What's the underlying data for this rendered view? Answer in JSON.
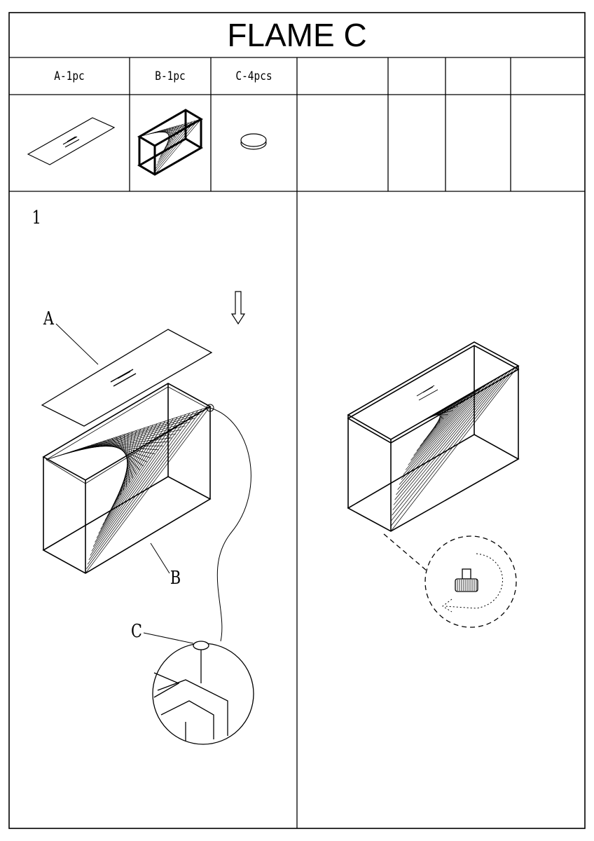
{
  "title": "FLAME C",
  "parts": [
    {
      "label": "A-1pc",
      "icon": "glass-top"
    },
    {
      "label": "B-1pc",
      "icon": "string-frame"
    },
    {
      "label": "C-4pcs",
      "icon": "felt-pad"
    }
  ],
  "steps": [
    {
      "number": "1",
      "callouts": {
        "a": "A",
        "b": "B",
        "c": "C"
      }
    }
  ]
}
